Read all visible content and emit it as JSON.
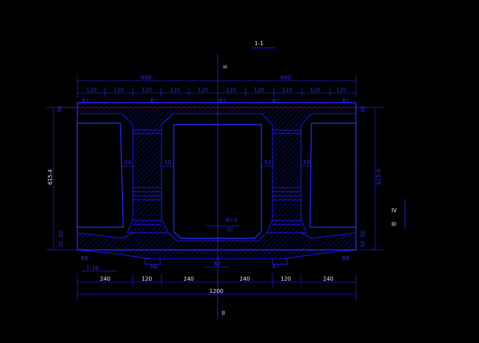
{
  "drawing": {
    "title": "1-1",
    "section_mark": "II",
    "section_mark_bottom": "II",
    "side_mark_top": "IV",
    "side_mark_bottom": "III",
    "colors": {
      "background": "#000000",
      "line": "#1a1aff",
      "text": "#2a2aff",
      "accent": "#d00000"
    }
  },
  "dims": {
    "top_halves": [
      "600",
      "600"
    ],
    "top_segments": [
      "120",
      "120",
      "120",
      "120",
      "120",
      "120",
      "120",
      "120",
      "120",
      "120"
    ],
    "bottom_segments": [
      "240",
      "120",
      "240",
      "240",
      "120",
      "240"
    ],
    "bottom_total": "1200",
    "height_left": "615.4",
    "height_right": "615.4",
    "web_thickness": [
      "50",
      "50",
      "50",
      "50"
    ],
    "center_bottom": "80",
    "top_slab_left": "30",
    "top_slab_right": "30",
    "bottom_left": [
      "30",
      "30"
    ],
    "bottom_right": [
      "30",
      "30"
    ]
  },
  "labels": {
    "top_points": [
      "B1",
      "B2",
      "B3",
      "B2",
      "B1"
    ],
    "bottom_points": [
      "B8",
      "B6",
      "B7",
      "B8"
    ],
    "bottom_tag": "1:10",
    "center_note": "R=5",
    "center_note_sub": "30"
  }
}
